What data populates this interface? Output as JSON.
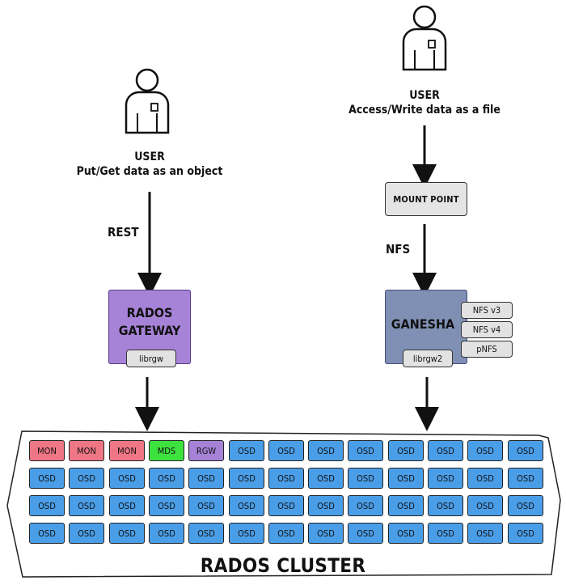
{
  "left_user": {
    "role": "USER",
    "action": "Put/Get data as an object"
  },
  "right_user": {
    "role": "USER",
    "action": "Access/Write data as a file"
  },
  "rest_label": "REST",
  "nfs_label": "NFS",
  "mount_point": "MOUNT POINT",
  "rados_gateway": {
    "line1": "RADOS",
    "line2": "GATEWAY",
    "lib": "librgw"
  },
  "ganesha": {
    "name": "GANESHA",
    "lib": "librgw2",
    "protocols": [
      "NFS v3",
      "NFS v4",
      "pNFS"
    ]
  },
  "cluster_title": "RADOS CLUSTER",
  "cluster_rows": [
    [
      "MON",
      "MON",
      "MON",
      "MDS",
      "RGW",
      "OSD",
      "OSD",
      "OSD",
      "OSD",
      "OSD",
      "OSD",
      "OSD",
      "OSD"
    ],
    [
      "OSD",
      "OSD",
      "OSD",
      "OSD",
      "OSD",
      "OSD",
      "OSD",
      "OSD",
      "OSD",
      "OSD",
      "OSD",
      "OSD",
      "OSD"
    ],
    [
      "OSD",
      "OSD",
      "OSD",
      "OSD",
      "OSD",
      "OSD",
      "OSD",
      "OSD",
      "OSD",
      "OSD",
      "OSD",
      "OSD",
      "OSD"
    ],
    [
      "OSD",
      "OSD",
      "OSD",
      "OSD",
      "OSD",
      "OSD",
      "OSD",
      "OSD",
      "OSD",
      "OSD",
      "OSD",
      "OSD",
      "OSD"
    ]
  ],
  "colors": {
    "osd": "#4a9ee8",
    "mon": "#ef7685",
    "mds": "#3ee23e",
    "rgw": "#a582d6",
    "gateway": "#a783d8",
    "ganesha": "#8090b4"
  }
}
